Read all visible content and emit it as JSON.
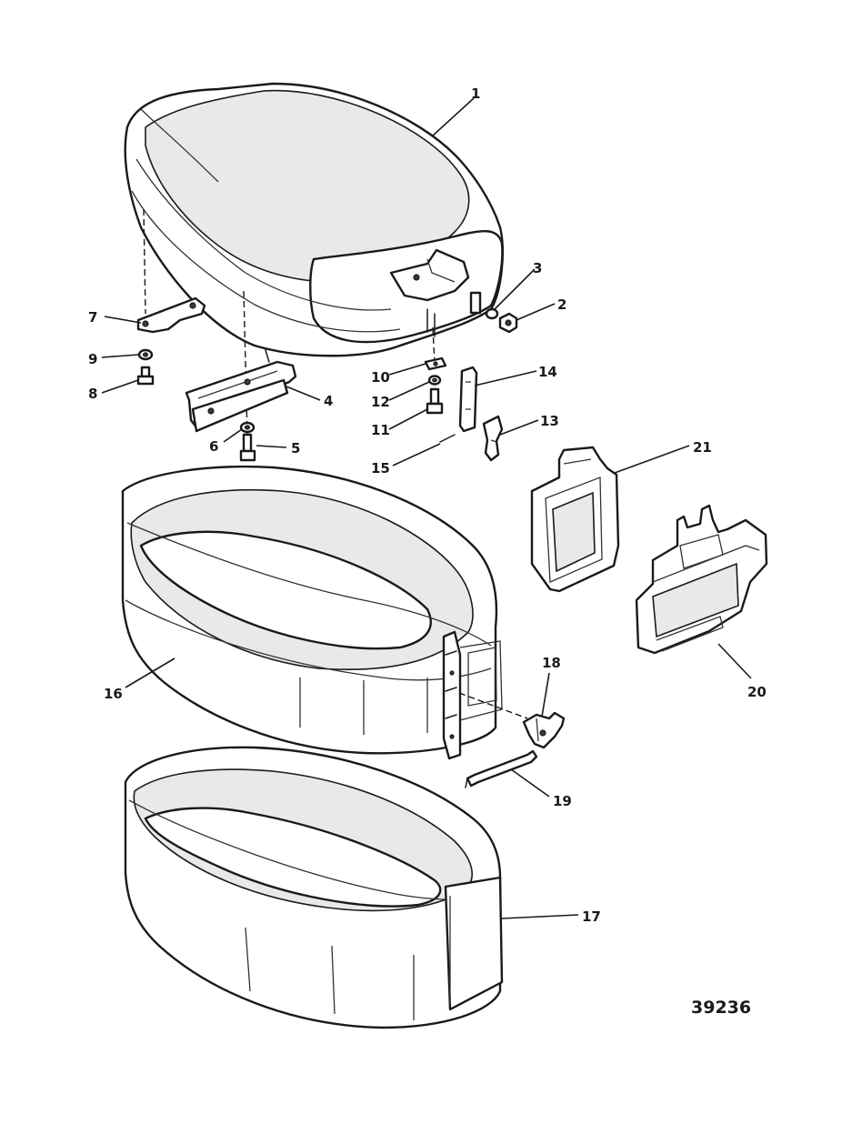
{
  "callouts": {
    "c1": "1",
    "c2": "2",
    "c3": "3",
    "c4": "4",
    "c5": "5",
    "c6": "6",
    "c7": "7",
    "c8": "8",
    "c9": "9",
    "c10": "10",
    "c11": "11",
    "c12": "12",
    "c13": "13",
    "c14": "14",
    "c15": "15",
    "c16": "16",
    "c17": "17",
    "c18": "18",
    "c19": "19",
    "c20": "20",
    "c21": "21"
  },
  "document_number": "39236"
}
